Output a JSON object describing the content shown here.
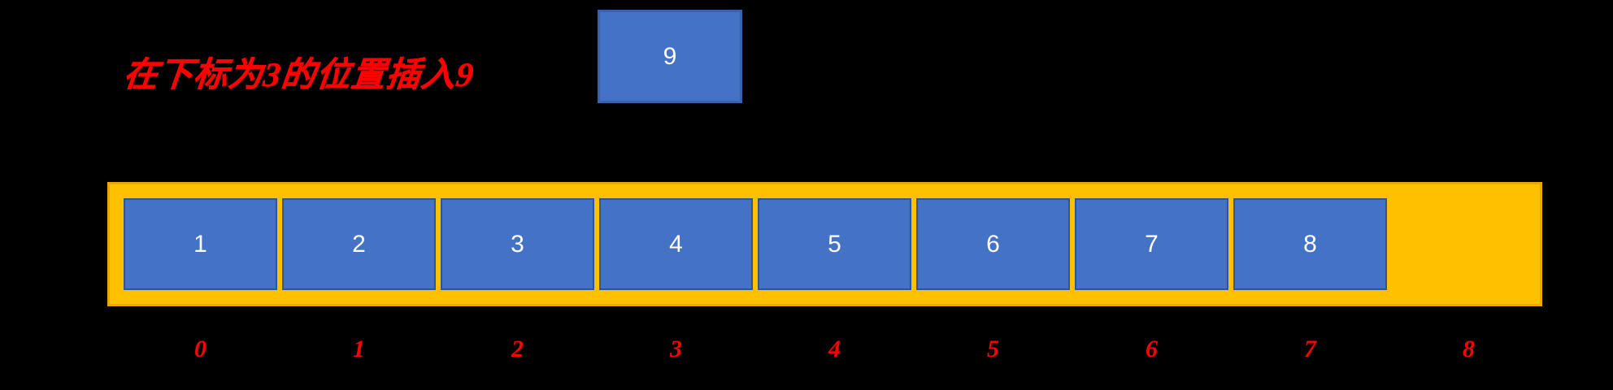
{
  "background_color": "#000000",
  "annotation": {
    "text": "在下标为3的位置插入9",
    "color": "#FF0000"
  },
  "insert_box": {
    "value": "9",
    "fill_color": "#4472C4",
    "border_color": "#3A62AC",
    "text_color": "#FFFFFF"
  },
  "array": {
    "container_color": "#FFC000",
    "container_border_color": "#E8A900",
    "cell_fill_color": "#4472C4",
    "cell_border_color": "#2F5597",
    "cell_text_color": "#FFFFFF",
    "cells": [
      {
        "value": "1",
        "empty": false
      },
      {
        "value": "2",
        "empty": false
      },
      {
        "value": "3",
        "empty": false
      },
      {
        "value": "4",
        "empty": false
      },
      {
        "value": "5",
        "empty": false
      },
      {
        "value": "6",
        "empty": false
      },
      {
        "value": "7",
        "empty": false
      },
      {
        "value": "8",
        "empty": false
      },
      {
        "value": "",
        "empty": true
      }
    ]
  },
  "indices": {
    "color": "#FF0000",
    "labels": [
      "0",
      "1",
      "2",
      "3",
      "4",
      "5",
      "6",
      "7",
      "8"
    ]
  }
}
